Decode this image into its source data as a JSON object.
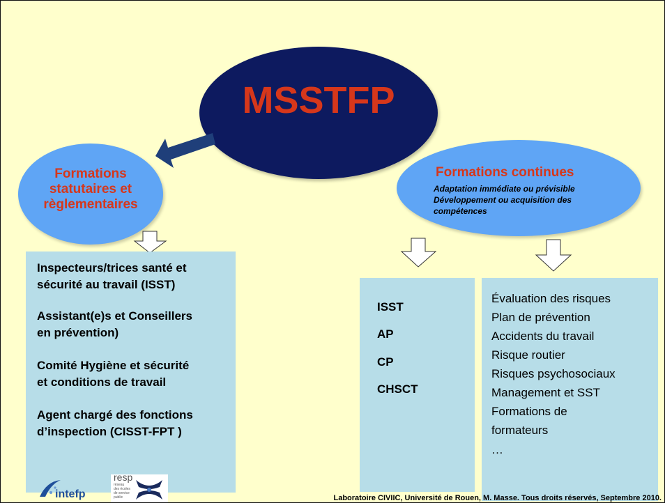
{
  "main": {
    "title": "MSSTFP"
  },
  "left_branch": {
    "title_lines": [
      "Formations",
      "statutaires et",
      "règlementaires"
    ],
    "items": [
      [
        "Inspecteurs/trices santé et",
        "sécurité au travail (ISST)"
      ],
      [
        "Assistant(e)s et Conseillers",
        "en prévention)"
      ],
      [
        "Comité Hygiène et sécurité",
        "et conditions de travail"
      ],
      [
        "Agent chargé des fonctions",
        "d’inspection (CISST-FPT )"
      ]
    ]
  },
  "right_branch": {
    "title": "Formations continues",
    "subtitle_lines": [
      "Adaptation immédiate ou prévisible",
      "Développement ou acquisition des",
      "compétences"
    ],
    "acronyms": [
      "ISST",
      "AP",
      "CP",
      "CHSCT"
    ],
    "topics": [
      "Évaluation des risques",
      "Plan de prévention",
      "Accidents du travail",
      "Risque routier",
      "Risques psychosociaux",
      "Management et SST",
      "Formations de",
      "formateurs",
      "…"
    ]
  },
  "logos": {
    "intefp": "intefp",
    "resp": "resp",
    "resp_small": [
      "réseau",
      "des écoles",
      "de service",
      "public"
    ]
  },
  "footer": "Laboratoire CIVIIC, Université de Rouen, M. Masse. Tous droits réservés, Septembre 2010.",
  "colors": {
    "background": "#ffffcc",
    "navy": "#0d1a5f",
    "title_red": "#d6371b",
    "light_blue": "#5fa5f5",
    "box_blue": "#b7dde8"
  }
}
